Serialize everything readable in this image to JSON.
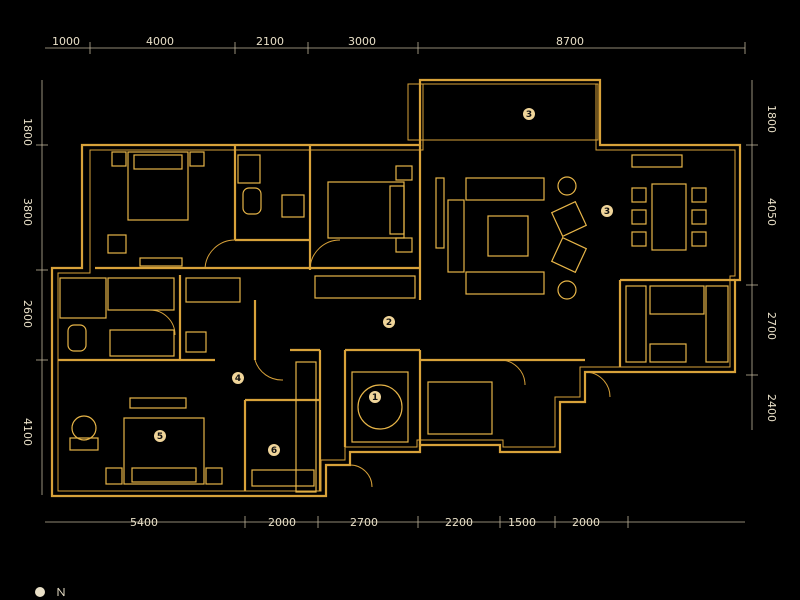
{
  "dimensions": {
    "top": [
      "1000",
      "4000",
      "2100",
      "3000",
      "8700"
    ],
    "bottom": [
      "5400",
      "2000",
      "2700",
      "2200",
      "1500",
      "2000"
    ],
    "left": [
      "1800",
      "3800",
      "2600",
      "4100"
    ],
    "right": [
      "1800",
      "4050",
      "2700",
      "2400"
    ]
  },
  "room_markers": [
    "1",
    "2",
    "3",
    "3",
    "4",
    "5",
    "6"
  ],
  "colors": {
    "background": "#000000",
    "walls": "#d8a23a",
    "furniture": "#e7b548",
    "dimension_text": "#e9e0c8"
  }
}
